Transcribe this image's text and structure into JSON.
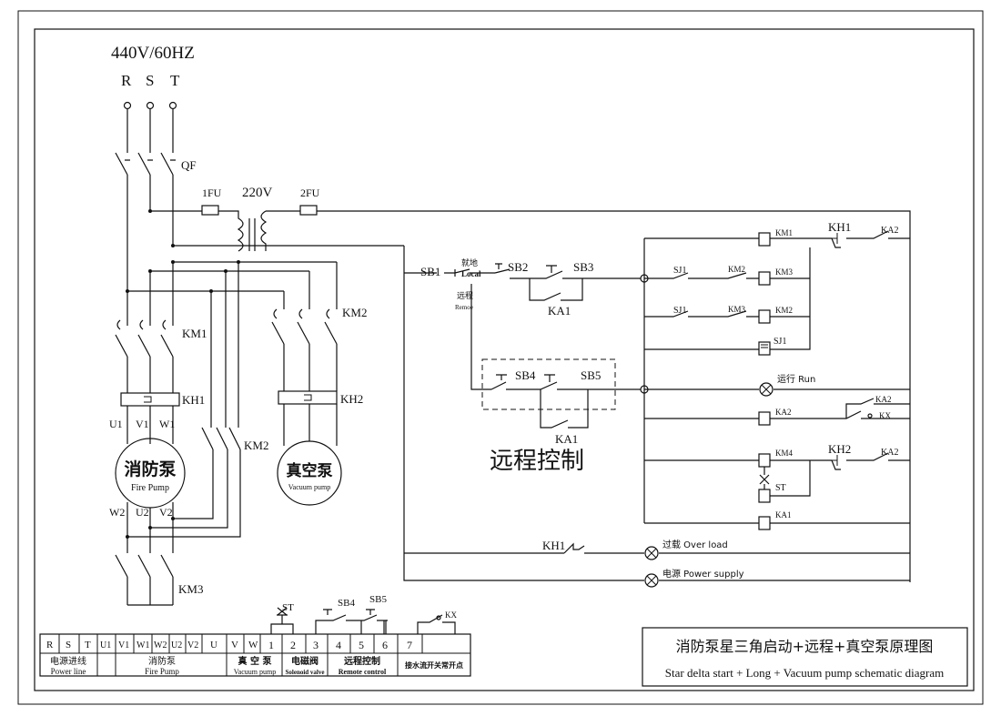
{
  "supply": {
    "voltage": "440V/60HZ",
    "phase_r": "R",
    "phase_s": "S",
    "phase_t": "T"
  },
  "labels": {
    "qf": "QF",
    "fu1": "1FU",
    "fu2": "2FU",
    "v220": "220V",
    "km1": "KM1",
    "km2": "KM2",
    "km3": "KM3",
    "kh1": "KH1",
    "kh2": "KH2",
    "u1": "U1",
    "v1": "V1",
    "w1": "W1",
    "w2": "W2",
    "u2": "U2",
    "v2": "V2",
    "fire_pump_cn": "消防泵",
    "fire_pump_en": "Fire Pump",
    "vac_pump_cn": "真空泵",
    "vac_pump_en": "Vacuum pump",
    "sb1": "SB1",
    "sb2": "SB2",
    "sb3": "SB3",
    "sb4": "SB4",
    "sb5": "SB5",
    "local_cn": "就地",
    "local_en": "Local",
    "remote_cn": "远程",
    "remote_en": "Remoe",
    "ka1": "KA1",
    "ka2": "KA2",
    "kx": "KX",
    "sj1": "SJ1",
    "km4": "KM4",
    "st": "ST",
    "remote_control_title": "远程控制",
    "run_lamp": "运行 Run",
    "overload_lamp": "过载 Over load",
    "power_lamp": "电源 Power supply"
  },
  "terminals": {
    "cells": [
      "R",
      "S",
      "T",
      "U1",
      "V1",
      "W1",
      "W2",
      "U2",
      "V2",
      "U",
      "V",
      "W",
      "1",
      "2",
      "3",
      "4",
      "5",
      "6",
      "7"
    ],
    "groups": [
      {
        "cn": "电源进线",
        "en": "Power line"
      },
      {
        "cn": "消防泵",
        "en": "Fire Pump"
      },
      {
        "cn": "真 空 泵",
        "en": "Vacuum pump"
      },
      {
        "cn": "电磁阀",
        "en": "Solenoid valve"
      },
      {
        "cn": "远程控制",
        "en": "Remote control"
      },
      {
        "cn": "接水流开关常开点",
        "en": ""
      }
    ],
    "top_labels": {
      "st": "ST",
      "sb4": "SB4",
      "sb5": "SB5",
      "kx": "KX"
    }
  },
  "title_block": {
    "cn": "消防泵星三角启动+远程+真空泵原理图",
    "en": "Star delta start + Long + Vacuum pump schematic diagram"
  }
}
